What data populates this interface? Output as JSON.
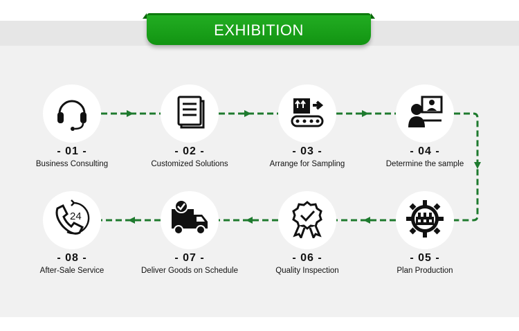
{
  "banner": {
    "title": "EXHIBITION"
  },
  "steps": [
    {
      "number": "- 01 -",
      "label": "Business Consulting",
      "icon": "headset-icon"
    },
    {
      "number": "- 02 -",
      "label": "Customized Solutions",
      "icon": "documents-icon"
    },
    {
      "number": "- 03 -",
      "label": "Arrange for Sampling",
      "icon": "conveyor-box-icon"
    },
    {
      "number": "- 04 -",
      "label": "Determine the sample",
      "icon": "video-call-icon"
    },
    {
      "number": "- 05 -",
      "label": "Plan Production",
      "icon": "factory-gear-icon"
    },
    {
      "number": "- 06 -",
      "label": "Quality Inspection",
      "icon": "quality-badge-icon"
    },
    {
      "number": "- 07 -",
      "label": "Deliver Goods on Schedule",
      "icon": "delivery-truck-icon"
    },
    {
      "number": "- 08 -",
      "label": "After-Sale Service",
      "icon": "phone-24-icon"
    }
  ],
  "colors": {
    "accent": "#1a9a1a",
    "arrow": "#1e7a2e",
    "background": "#f1f1f1"
  }
}
